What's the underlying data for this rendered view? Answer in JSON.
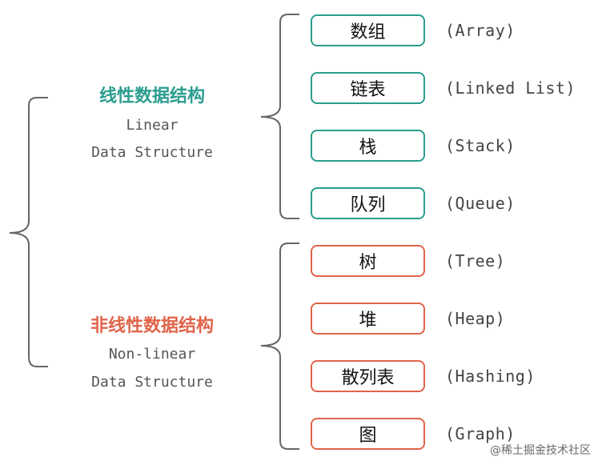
{
  "colors": {
    "linear": "#2a9d8f",
    "nonlinear": "#e0644a",
    "brace": "#666666"
  },
  "linear": {
    "title": "线性数据结构",
    "en_line1": "Linear",
    "en_line2": "Data Structure",
    "items": [
      {
        "label": "数组",
        "en": "(Array)"
      },
      {
        "label": "链表",
        "en": "(Linked List)"
      },
      {
        "label": "栈",
        "en": "(Stack)"
      },
      {
        "label": "队列",
        "en": "(Queue)"
      }
    ]
  },
  "nonlinear": {
    "title": "非线性数据结构",
    "en_line1": "Non-linear",
    "en_line2": "Data Structure",
    "items": [
      {
        "label": "树",
        "en": "(Tree)"
      },
      {
        "label": "堆",
        "en": "(Heap)"
      },
      {
        "label": "散列表",
        "en": "(Hashing)"
      },
      {
        "label": "图",
        "en": "(Graph)"
      }
    ]
  },
  "watermark": "@稀土掘金技术社区"
}
